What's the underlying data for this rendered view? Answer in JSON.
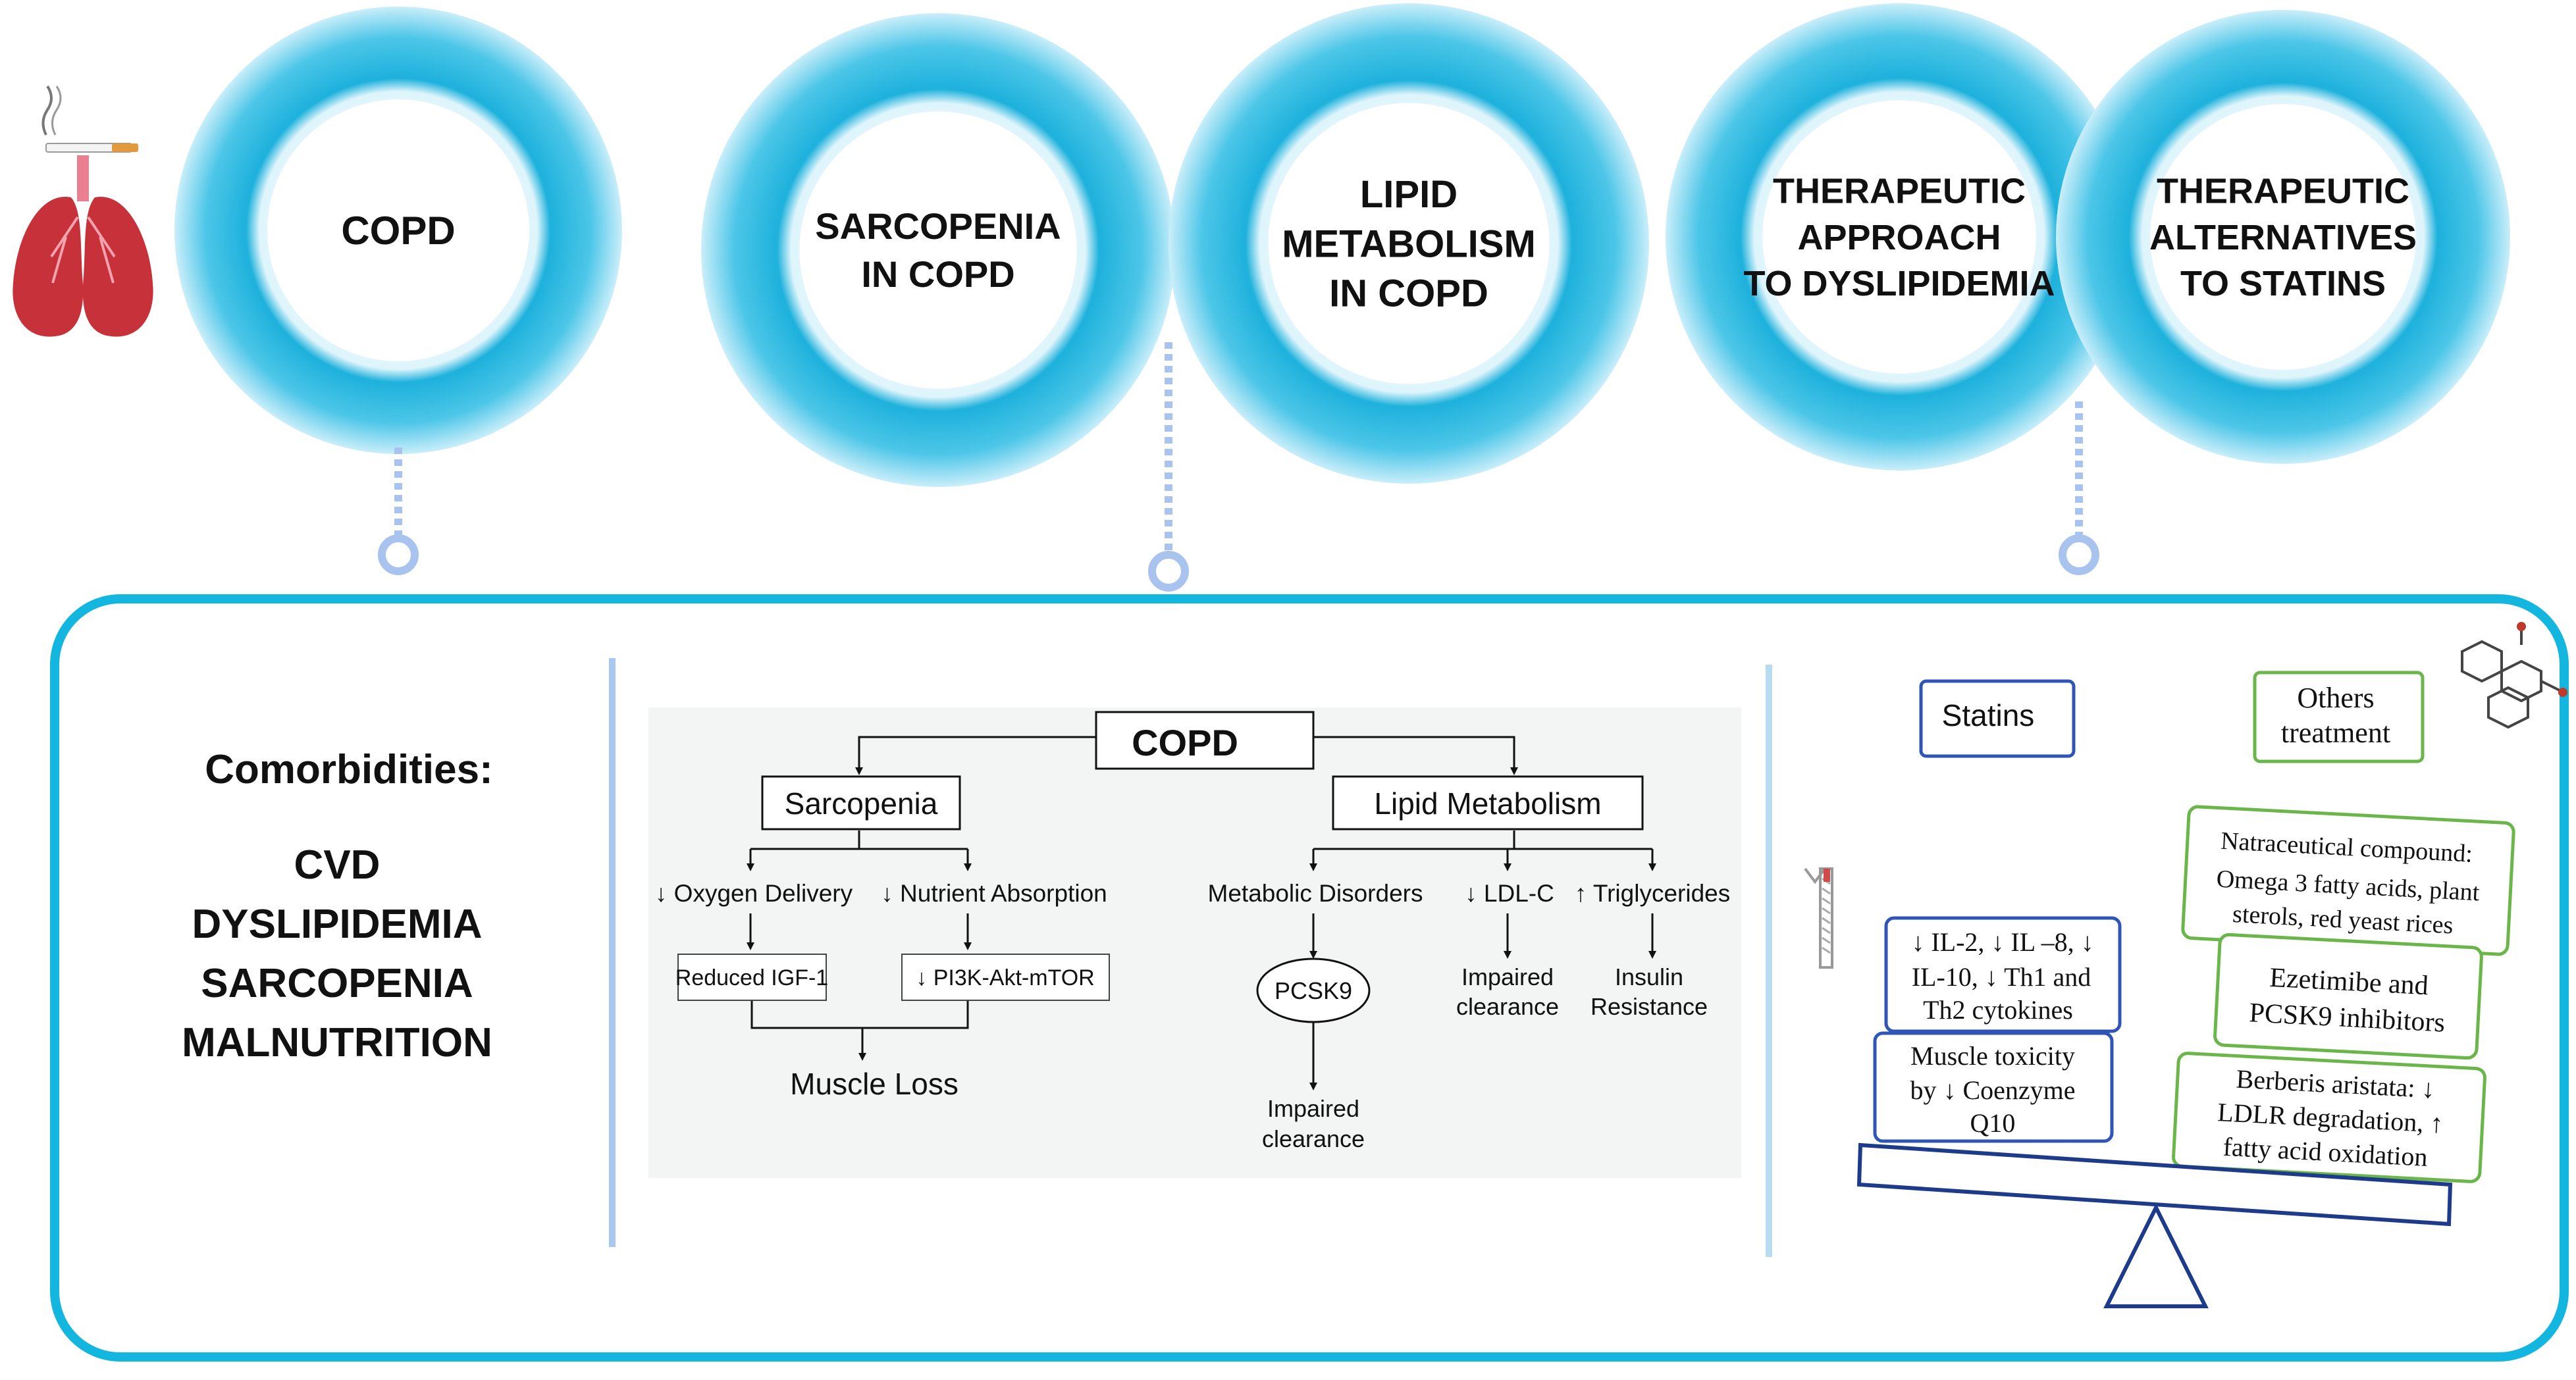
{
  "colors": {
    "ring_dark": "#1db1dc",
    "ring_light": "#e6f8fd",
    "panel_border": "#12b6de",
    "connector": "#a8c4ee",
    "divider": "#a9c8ef",
    "flow_bg": "#f3f4f4",
    "navy": "#1e3a8a",
    "statins_box": "#2f55b6",
    "others_box": "#6bb64a",
    "lung": "#c7323a"
  },
  "icons": {
    "smoking": "cigarette-icon",
    "lungs": "lungs-icon",
    "molecule": "molecule-icon",
    "dna": "dna-icon"
  },
  "rings": [
    {
      "lines": [
        "COPD"
      ]
    },
    {
      "lines": [
        "SARCOPENIA",
        "IN COPD"
      ]
    },
    {
      "lines": [
        "LIPID",
        "METABOLISM",
        "IN COPD"
      ]
    },
    {
      "lines": [
        "THERAPEUTIC",
        "APPROACH",
        "TO DYSLIPIDEMIA"
      ]
    },
    {
      "lines": [
        "THERAPEUTIC",
        "ALTERNATIVES",
        "TO STATINS"
      ]
    }
  ],
  "comorbidities": {
    "heading": "Comorbidities:",
    "items": [
      "CVD",
      "DYSLIPIDEMIA",
      "SARCOPENIA",
      "MALNUTRITION"
    ]
  },
  "flowchart": {
    "root": "COPD",
    "sarcopenia": {
      "title": "Sarcopenia",
      "branch_left": "↓ Oxygen Delivery",
      "branch_right": "↓ Nutrient Absorption",
      "box_left": "Reduced IGF-1",
      "box_right": "↓ PI3K-Akt-mTOR",
      "outcome": "Muscle Loss"
    },
    "lipid": {
      "title": "Lipid Metabolism",
      "branch_1": "Metabolic Disorders",
      "branch_2": "↓ LDL-C",
      "branch_3": "↑ Triglycerides",
      "pcsk9": "PCSK9",
      "outcome_1": [
        "Impaired",
        "clearance"
      ],
      "outcome_2": [
        "Impaired",
        "clearance"
      ],
      "outcome_3": [
        "Insulin",
        "Resistance"
      ]
    }
  },
  "therapy": {
    "statins_label": "Statins",
    "others_label": [
      "Others",
      "treatment"
    ],
    "statin_boxes": [
      [
        "↓ IL-2, ↓ IL –8, ↓",
        "IL-10, ↓ Th1 and",
        "Th2 cytokines"
      ],
      [
        "Muscle toxicity",
        "by ↓ Coenzyme",
        "Q10"
      ]
    ],
    "other_boxes": [
      [
        "Natraceutical compound:",
        "Omega 3 fatty acids, plant",
        "sterols, red yeast rices"
      ],
      [
        "Ezetimibe and",
        "PCSK9 inhibitors"
      ],
      [
        "Berberis aristata: ↓",
        "LDLR degradation, ↑",
        "fatty acid oxidation"
      ]
    ]
  }
}
